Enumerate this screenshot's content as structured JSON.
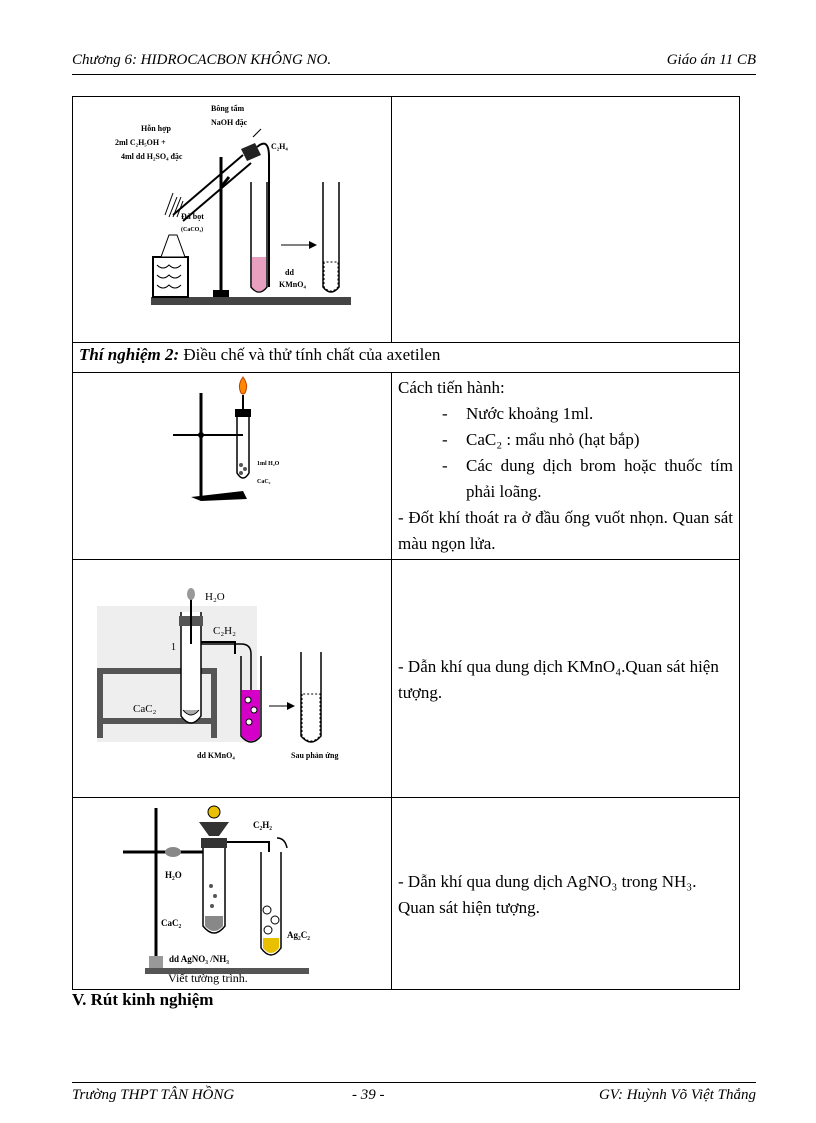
{
  "header": {
    "left": "Chương 6: HIDROCACBON  KHÔNG NO.",
    "right": "Giáo án 11 CB"
  },
  "experiment1": {
    "figure_labels": {
      "cotton": "Bông tẩm",
      "naoh": "NaOH đặc",
      "mixture1": "Hỗn hợp",
      "mixture2": "2ml C₂H₅OH +",
      "mixture3": "4ml dd H₂SO₄ đặc",
      "chips": "Đá bọt",
      "caco3": "(CaCO₃)",
      "c2h4": "C₂H₄",
      "solution1": "dd",
      "solution2": "KMnO₄"
    },
    "description": ""
  },
  "experiment2": {
    "title_label": "Thí nghiệm 2:",
    "title_text": " Điều chế và thử tính chất của axetilen",
    "part1": {
      "figure_labels": {
        "water": "1ml H₂O",
        "cac2": "CaC₂"
      },
      "intro": "Cách tiến hành:",
      "steps": [
        "Nước khoảng 1ml.",
        "CaC₂ : mẩu nhỏ (hạt bắp)",
        "Các dung dịch brom hoặc thuốc tím phải loãng."
      ],
      "conclusion": "- Đốt khí thoát ra ở đầu ống vuốt nhọn. Quan sát màu ngọn lửa."
    },
    "part2": {
      "figure_labels": {
        "water": "H₂O",
        "gas": "C₂H₂",
        "num": "1",
        "cac2": "CaC₂",
        "kmno4": "dd KMnO₄",
        "after": "Sau phản ứng"
      },
      "text": "- Dẫn khí qua dung dịch KMnO₄.Quan sát hiện tượng."
    },
    "part3": {
      "figure_labels": {
        "gas": "C₂H₂",
        "water": "H₂O",
        "cac2": "CaC₂",
        "agno3": "dd AgNO₃ /NH₃",
        "ag2c2": "Ag₂C₂"
      },
      "text": "- Dẫn khí qua dung dịch AgNO₃ trong NH₃. Quan sát hiện tượng."
    }
  },
  "note": "Viết tường trình.",
  "section": "V. Rút kinh nghiệm",
  "footer": {
    "left": "Trường THPT TÂN HỒNG",
    "center": "- 39 -",
    "right": "GV: Huỳnh Võ Việt Thắng"
  },
  "colors": {
    "pink": "#e8a0c0",
    "magenta": "#d400c8",
    "flame": "#ff8800",
    "gold": "#e8c000"
  }
}
